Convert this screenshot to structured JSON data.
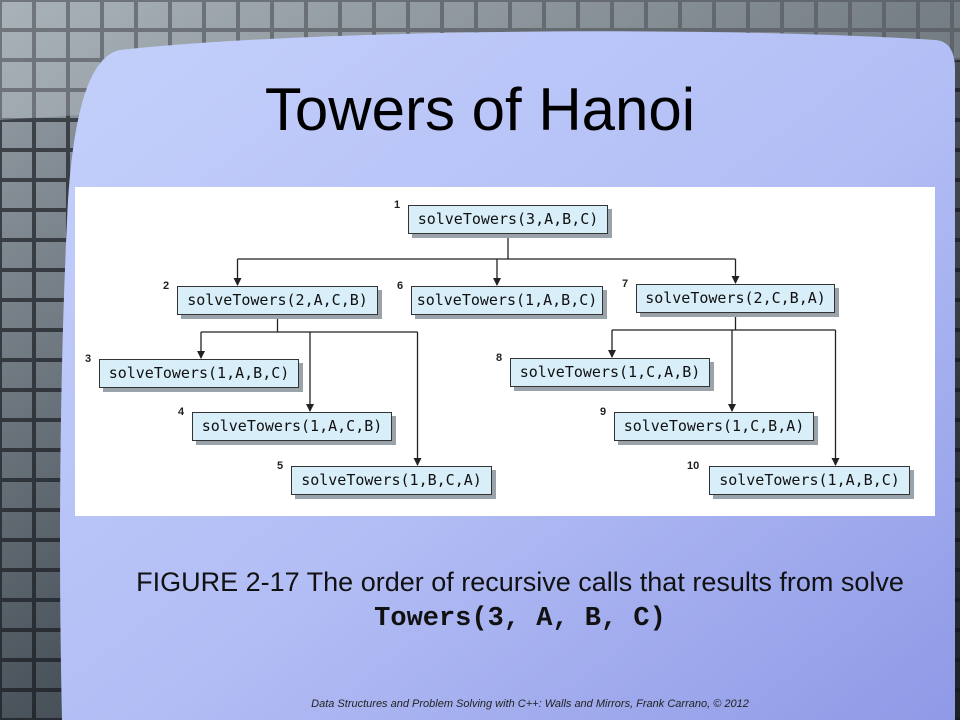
{
  "slide": {
    "title": "Towers of Hanoi",
    "caption_text": "FIGURE 2-17 The order of recursive calls that results from solve ",
    "caption_code": "Towers(3, A, B, C)",
    "footer": "Data Structures and Problem Solving with C++: Walls and Mirrors, Frank Carrano, © 2012"
  },
  "diagram": {
    "nodes": [
      {
        "id": 1,
        "number": "1",
        "label": "solveTowers(3,A,B,C)"
      },
      {
        "id": 2,
        "number": "2",
        "label": "solveTowers(2,A,C,B)"
      },
      {
        "id": 3,
        "number": "3",
        "label": "solveTowers(1,A,B,C)"
      },
      {
        "id": 4,
        "number": "4",
        "label": "solveTowers(1,A,C,B)"
      },
      {
        "id": 5,
        "number": "5",
        "label": "solveTowers(1,B,C,A)"
      },
      {
        "id": 6,
        "number": "6",
        "label": "solveTowers(1,A,B,C)"
      },
      {
        "id": 7,
        "number": "7",
        "label": "solveTowers(2,C,B,A)"
      },
      {
        "id": 8,
        "number": "8",
        "label": "solveTowers(1,C,A,B)"
      },
      {
        "id": 9,
        "number": "9",
        "label": "solveTowers(1,C,B,A)"
      },
      {
        "id": 10,
        "number": "10",
        "label": "solveTowers(1,A,B,C)"
      }
    ],
    "edges": [
      [
        1,
        2
      ],
      [
        1,
        6
      ],
      [
        1,
        7
      ],
      [
        2,
        3
      ],
      [
        2,
        4
      ],
      [
        2,
        5
      ],
      [
        7,
        8
      ],
      [
        7,
        9
      ],
      [
        7,
        10
      ]
    ]
  },
  "colors": {
    "slide_background": "#aab6f3",
    "node_fill": "#d8eef9",
    "node_border": "#333333"
  }
}
